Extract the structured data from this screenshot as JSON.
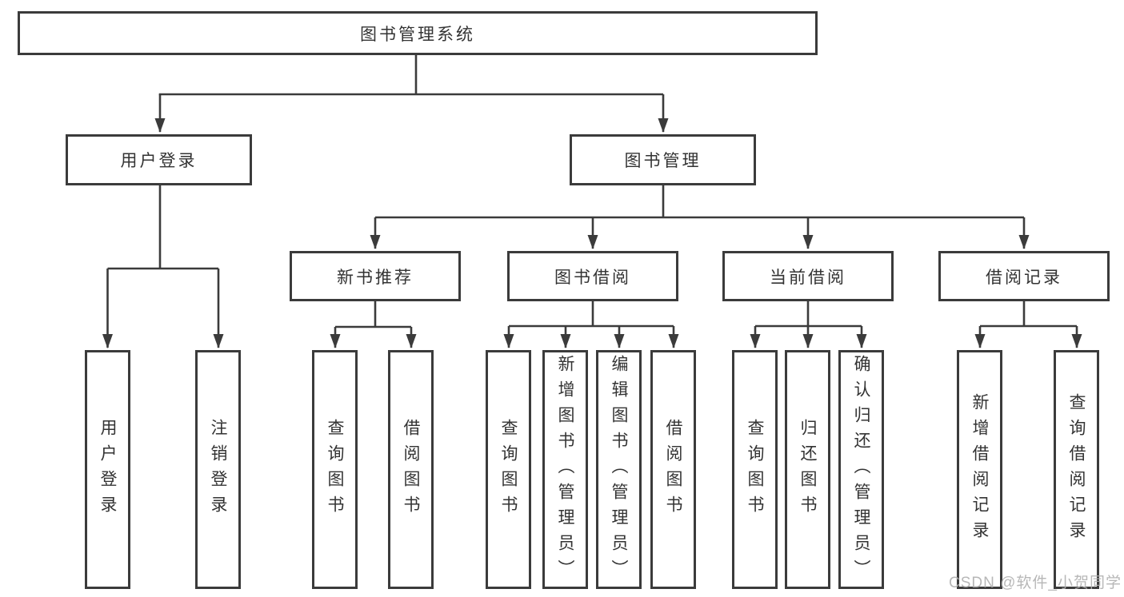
{
  "diagram": {
    "title": "图书管理系统",
    "level1": [
      {
        "label": "用户登录",
        "parent": "图书管理系统"
      },
      {
        "label": "图书管理",
        "parent": "图书管理系统"
      }
    ],
    "level2": [
      {
        "label": "新书推荐",
        "parent": "图书管理"
      },
      {
        "label": "图书借阅",
        "parent": "图书管理"
      },
      {
        "label": "当前借阅",
        "parent": "图书管理"
      },
      {
        "label": "借阅记录",
        "parent": "图书管理"
      }
    ],
    "leaves": [
      {
        "label": "用户登录",
        "parent": "用户登录"
      },
      {
        "label": "注销登录",
        "parent": "用户登录"
      },
      {
        "label": "查询图书",
        "parent": "新书推荐"
      },
      {
        "label": "借阅图书",
        "parent": "新书推荐"
      },
      {
        "label": "查询图书",
        "parent": "图书借阅"
      },
      {
        "label": "新增图书（管理员）",
        "parent": "图书借阅"
      },
      {
        "label": "编辑图书（管理员）",
        "parent": "图书借阅"
      },
      {
        "label": "借阅图书",
        "parent": "图书借阅"
      },
      {
        "label": "查询图书",
        "parent": "当前借阅"
      },
      {
        "label": "归还图书",
        "parent": "当前借阅"
      },
      {
        "label": "确认归还（管理员）",
        "parent": "当前借阅"
      },
      {
        "label": "新增借阅记录",
        "parent": "借阅记录"
      },
      {
        "label": "查询借阅记录",
        "parent": "借阅记录"
      }
    ]
  },
  "watermark": "CSDN @软件_小贺同学",
  "colors": {
    "line": "#3b3b3b",
    "text": "#333333",
    "watermark": "#b0b0b0",
    "background": "#ffffff"
  }
}
